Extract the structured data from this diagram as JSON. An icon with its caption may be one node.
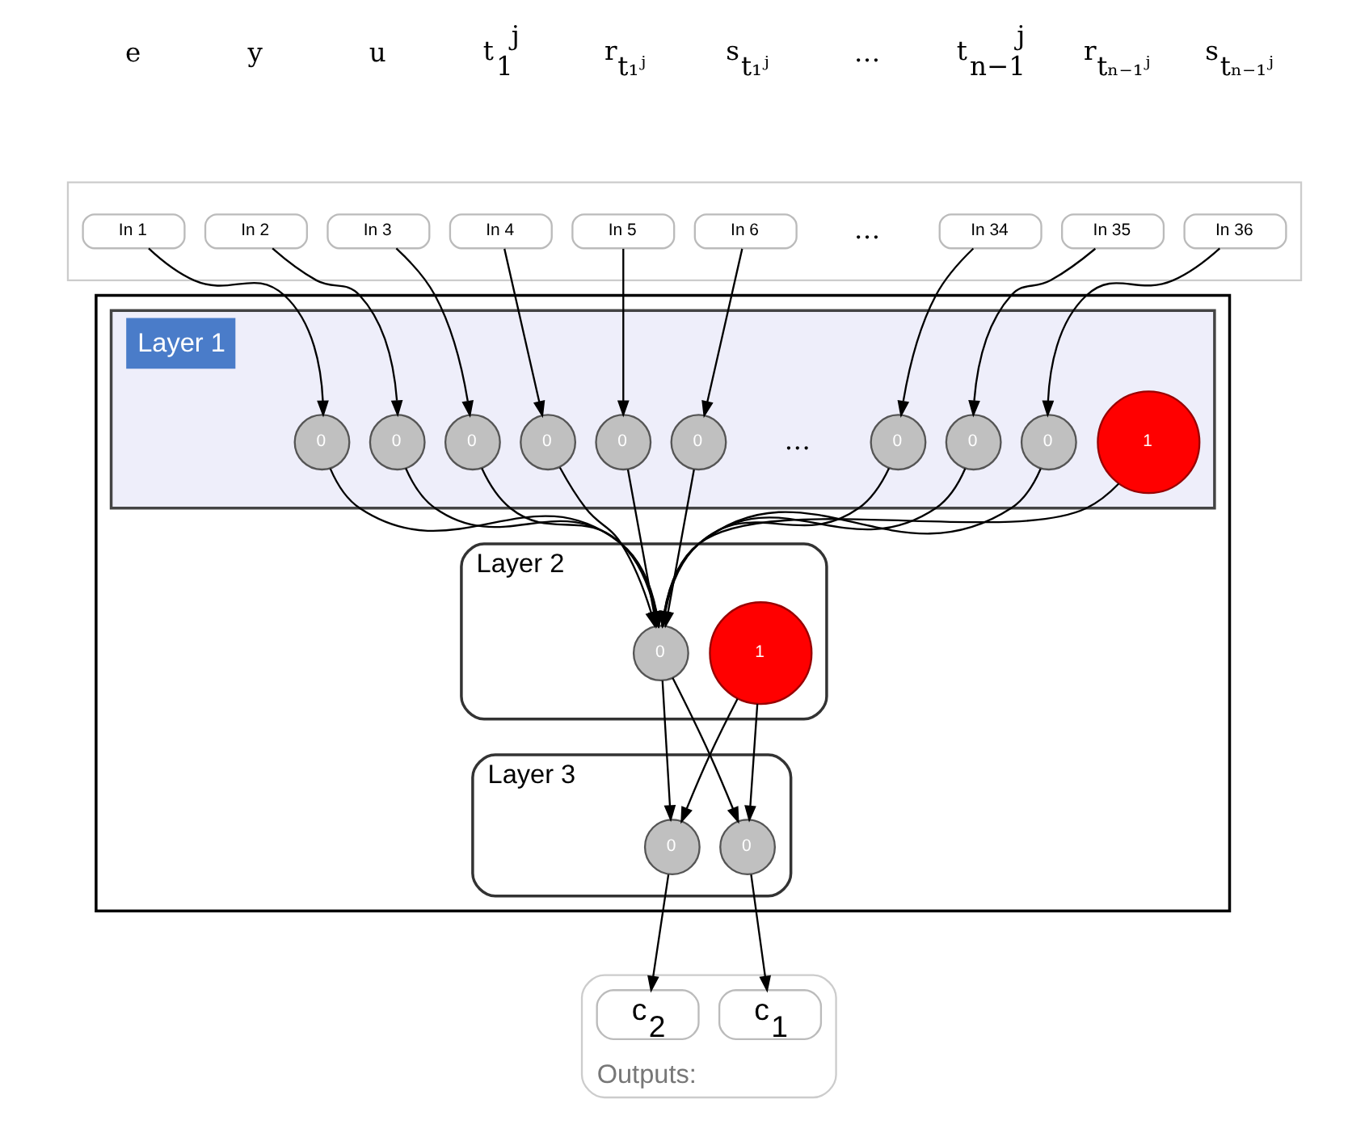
{
  "diagram": {
    "nodes": [
      {
        "text": [],
        "shape": "box"
      },
      {
        "text": [
          "In 1"
        ],
        "in": 0
      },
      {
        "text": [
          "In 2"
        ],
        "in": 0
      },
      {
        "text": [
          "In 3"
        ],
        "in": 0
      },
      {
        "text": [
          "In 4"
        ],
        "in": 0
      },
      {
        "text": [
          "In 5"
        ],
        "in": 0
      },
      {
        "text": [
          "In 6"
        ],
        "in": 0
      },
      {
        "text": [
          "In 34"
        ],
        "in": 0
      },
      {
        "text": [
          "In 35"
        ],
        "in": 0
      },
      {
        "text": [
          "In 36"
        ],
        "in": 0
      },
      {
        "text": [],
        "shape": "box"
      },
      {
        "text": [
          "Layer 1"
        ],
        "in": 10
      },
      {
        "text": [
          "0"
        ],
        "in": 11
      },
      {
        "text": [
          "0"
        ],
        "in": 11
      },
      {
        "text": [
          "0"
        ],
        "in": 11
      },
      {
        "text": [
          "0"
        ],
        "in": 11
      },
      {
        "text": [
          "0"
        ],
        "in": 11
      },
      {
        "text": [
          "0"
        ],
        "in": 11
      },
      {
        "text": [
          "0"
        ],
        "in": 11
      },
      {
        "text": [
          "0"
        ],
        "in": 11
      },
      {
        "text": [
          "0"
        ],
        "in": 11
      },
      {
        "text": [
          "1"
        ],
        "in": 11
      },
      {
        "text": [
          "Layer 2"
        ],
        "in": 10
      },
      {
        "text": [
          "0"
        ],
        "in": 22
      },
      {
        "text": [
          "1"
        ],
        "in": 22
      },
      {
        "text": [
          "Layer 3"
        ],
        "in": 10
      },
      {
        "text": [
          "0"
        ],
        "in": 25
      },
      {
        "text": [
          "0"
        ],
        "in": 25
      },
      {
        "text": [
          "Outputs:"
        ]
      },
      {
        "text": [
          "c$_{1}$"
        ],
        "in": 28
      },
      {
        "text": [
          "c$_{2}$"
        ],
        "in": 28
      }
    ],
    "edges": [
      {
        "from": 1,
        "to": 12,
        "arrow": "to"
      },
      {
        "from": 2,
        "to": 13,
        "arrow": "to"
      },
      {
        "from": 3,
        "to": 14,
        "arrow": "to"
      },
      {
        "from": 4,
        "to": 15,
        "arrow": "to"
      },
      {
        "from": 5,
        "to": 16,
        "arrow": "to"
      },
      {
        "from": 6,
        "to": 17,
        "arrow": "to"
      },
      {
        "from": 7,
        "to": 18,
        "arrow": "to"
      },
      {
        "from": 8,
        "to": 19,
        "arrow": "to"
      },
      {
        "from": 9,
        "to": 20,
        "arrow": "to"
      },
      {
        "from": 12,
        "to": 23,
        "arrow": "to"
      },
      {
        "from": 13,
        "to": 23,
        "arrow": "to"
      },
      {
        "from": 14,
        "to": 23,
        "arrow": "to"
      },
      {
        "from": 15,
        "to": 23,
        "arrow": "to"
      },
      {
        "from": 16,
        "to": 23,
        "arrow": "to"
      },
      {
        "from": 17,
        "to": 23,
        "arrow": "to"
      },
      {
        "from": 18,
        "to": 23,
        "arrow": "to"
      },
      {
        "from": 19,
        "to": 23,
        "arrow": "to"
      },
      {
        "from": 20,
        "to": 23,
        "arrow": "to"
      },
      {
        "from": 21,
        "to": 23,
        "arrow": "to"
      },
      {
        "from": 23,
        "to": 26,
        "arrow": "to"
      },
      {
        "from": 23,
        "to": 27,
        "arrow": "to"
      },
      {
        "from": 24,
        "to": 26,
        "arrow": "to"
      },
      {
        "from": 24,
        "to": 27,
        "arrow": "to"
      },
      {
        "from": 26,
        "to": 29,
        "arrow": "to"
      },
      {
        "from": 27,
        "to": 30,
        "arrow": "to"
      }
    ],
    "labels": [
      "e",
      "y",
      "u",
      "t$_{1}$$^{j}$",
      "r$_{t₁ʲ}$",
      "s$_{t₁ʲ}$",
      "…",
      "t$_{n−1}$$^{j}$",
      "r$_{tₙ₋₁ʲ}$",
      "s$_{tₙ₋₁ʲ}$",
      "…",
      "…"
    ]
  }
}
